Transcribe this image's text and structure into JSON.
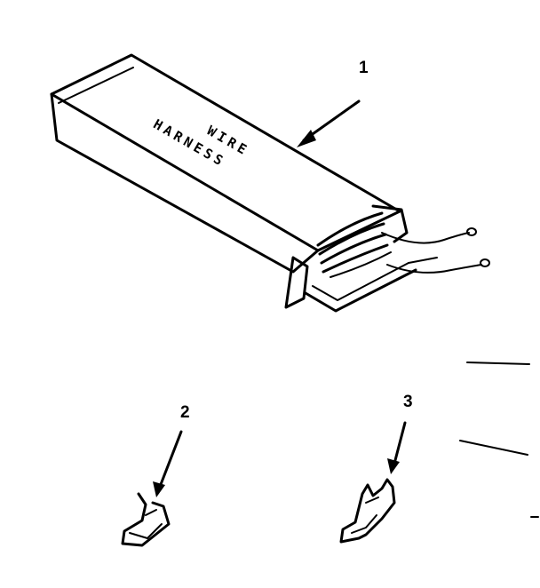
{
  "callouts": [
    "1",
    "2",
    "3"
  ],
  "box_text": {
    "line1": "WIRE",
    "line2": "HARNESS"
  }
}
